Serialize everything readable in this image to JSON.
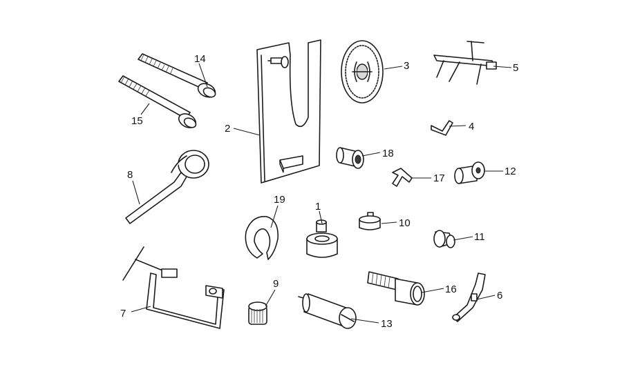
{
  "callouts": {
    "p1": "1",
    "p2": "2",
    "p3": "3",
    "p4": "4",
    "p5": "5",
    "p6": "6",
    "p7": "7",
    "p8": "8",
    "p9": "9",
    "p10": "10",
    "p11": "11",
    "p12": "12",
    "p13": "13",
    "p14": "14",
    "p15": "15",
    "p16": "16",
    "p17": "17",
    "p18": "18",
    "p19": "19"
  }
}
